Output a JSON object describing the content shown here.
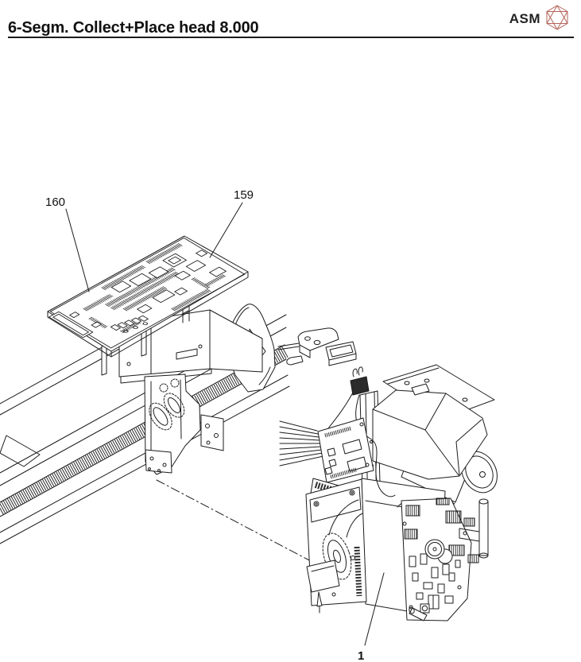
{
  "page": {
    "background": "#ffffff",
    "line_color": "#1c1c1c",
    "kind": "spare-parts-manual-page"
  },
  "header": {
    "title": "6-Segm. Collect+Place head 8.000",
    "brand": "ASM",
    "brand_logo_icon": "asm-hexagon-wireframe-logo",
    "brand_logo_color": "#b4635a"
  },
  "diagram": {
    "type": "exploded-parts-drawing",
    "description": "Isometric exploded view: control PCB above sheet-metal bracket on linear axis rail with belt carriage, dash-dot assembly line to the 6-segment collect-and-place head with motor, hood, nozzle mechanism and driver PCB",
    "callouts": [
      {
        "label": "160",
        "part": "head-control-pcb"
      },
      {
        "label": "159",
        "part": "pcb-component-area"
      },
      {
        "label": "1",
        "part": "collect-place-head-assembly"
      }
    ]
  }
}
